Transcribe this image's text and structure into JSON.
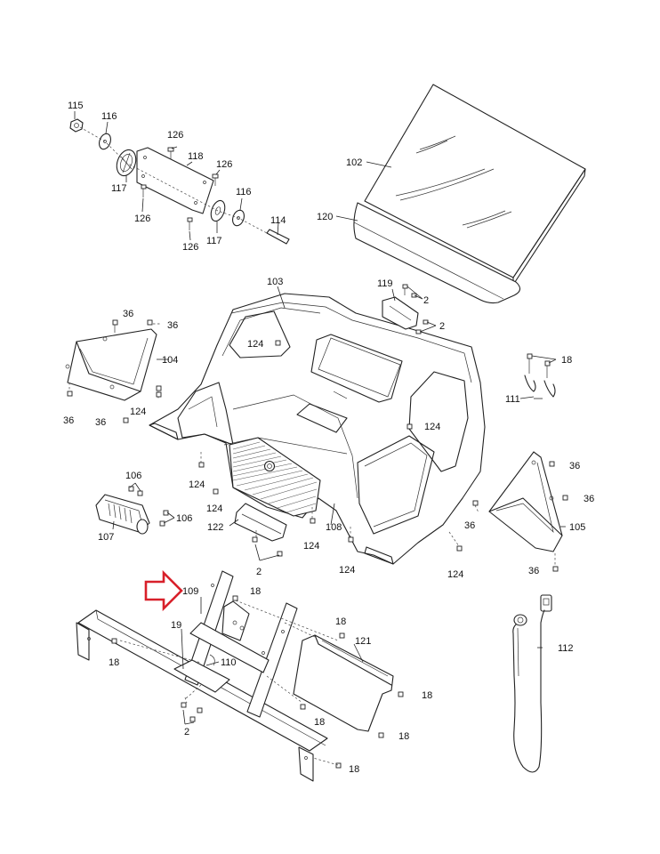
{
  "labels": {
    "p115": "115",
    "p116a": "116",
    "p116b": "116",
    "p117a": "117",
    "p117b": "117",
    "p118": "118",
    "p114": "114",
    "p126a": "126",
    "p126b": "126",
    "p126c": "126",
    "p126d": "126",
    "p102": "102",
    "p120": "120",
    "p103": "103",
    "p119": "119",
    "p2a": "2",
    "p2b": "2",
    "p2c": "2",
    "p2d": "2",
    "p36a": "36",
    "p36b": "36",
    "p36c": "36",
    "p36d": "36",
    "p36e": "36",
    "p36f": "36",
    "p36g": "36",
    "p36h": "36",
    "p104": "104",
    "p105": "105",
    "p124a": "124",
    "p124b": "124",
    "p124c": "124",
    "p124d": "124",
    "p124e": "124",
    "p124f": "124",
    "p124g": "124",
    "p18a": "18",
    "p18b": "18",
    "p18c": "18",
    "p18d": "18",
    "p18e": "18",
    "p18f": "18",
    "p18g": "18",
    "p18h": "18",
    "p111": "111",
    "p106a": "106",
    "p106b": "106",
    "p107": "107",
    "p122": "122",
    "p108": "108",
    "p109": "109",
    "p19": "19",
    "p110": "110",
    "p121": "121",
    "p112": "112"
  },
  "accent_color": "#d8202a"
}
